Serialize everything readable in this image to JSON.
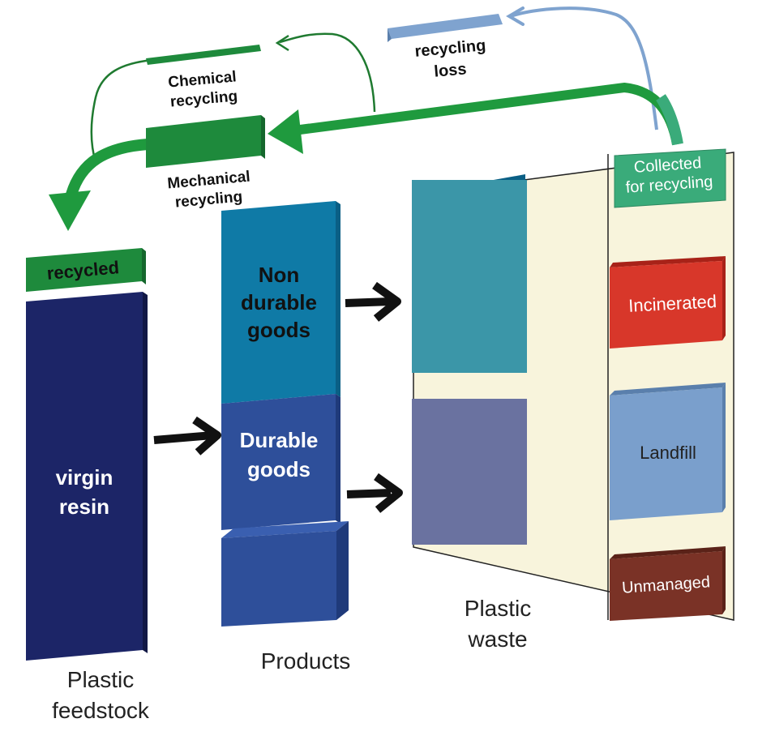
{
  "labels": {
    "recycling_loss_1": "recycling",
    "recycling_loss_2": "loss",
    "chemical_1": "Chemical",
    "chemical_2": "recycling",
    "mechanical_1": "Mechanical",
    "mechanical_2": "recycling",
    "recycled": "recycled",
    "virgin_1": "virgin",
    "virgin_2": "resin",
    "non_durable_1": "Non",
    "non_durable_2": "durable",
    "non_durable_3": "goods",
    "durable_1": "Durable",
    "durable_2": "goods",
    "collected_1": "Collected",
    "collected_2": "for recycling",
    "incinerated": "Incinerated",
    "landfill": "Landfill",
    "unmanaged": "Unmanaged",
    "feedstock_1": "Plastic",
    "feedstock_2": "feedstock",
    "products": "Products",
    "waste_1": "Plastic",
    "waste_2": "waste"
  },
  "colors": {
    "virgin_resin": "#1c2567",
    "recycled": "#1e8a3c",
    "non_durable": "#0f7aa6",
    "durable": "#2e4f9a",
    "collected": "#3aab7a",
    "incinerated": "#d8372a",
    "landfill": "#7a9fcc",
    "unmanaged": "#7a3226",
    "recycling_arrow": "#1f9a3e",
    "loss_arrow": "#7fa3cf",
    "waste_panel": "#f8f4dc",
    "flow_arrow": "#111111"
  }
}
